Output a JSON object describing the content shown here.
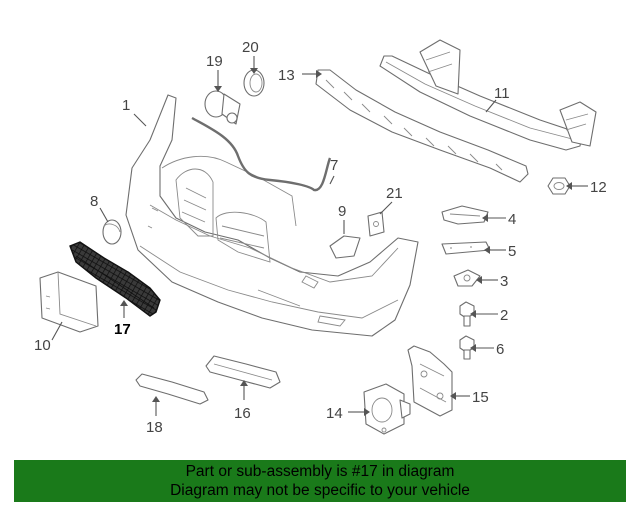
{
  "callouts": {
    "c1": "1",
    "c2": "2",
    "c3": "3",
    "c4": "4",
    "c5": "5",
    "c6": "6",
    "c7": "7",
    "c8": "8",
    "c9": "9",
    "c10": "10",
    "c11": "11",
    "c12": "12",
    "c13": "13",
    "c14": "14",
    "c15": "15",
    "c16": "16",
    "c17": "17",
    "c18": "18",
    "c19": "19",
    "c20": "20",
    "c21": "21"
  },
  "highlighted_part": "17",
  "banner": {
    "line1": "Part or sub-assembly is #17 in diagram",
    "line2": "Diagram may not be specific to your vehicle"
  },
  "colors": {
    "banner_bg": "#1a7a1a",
    "highlight_part": "#2b2b2b",
    "line": "#6e6e6e"
  }
}
